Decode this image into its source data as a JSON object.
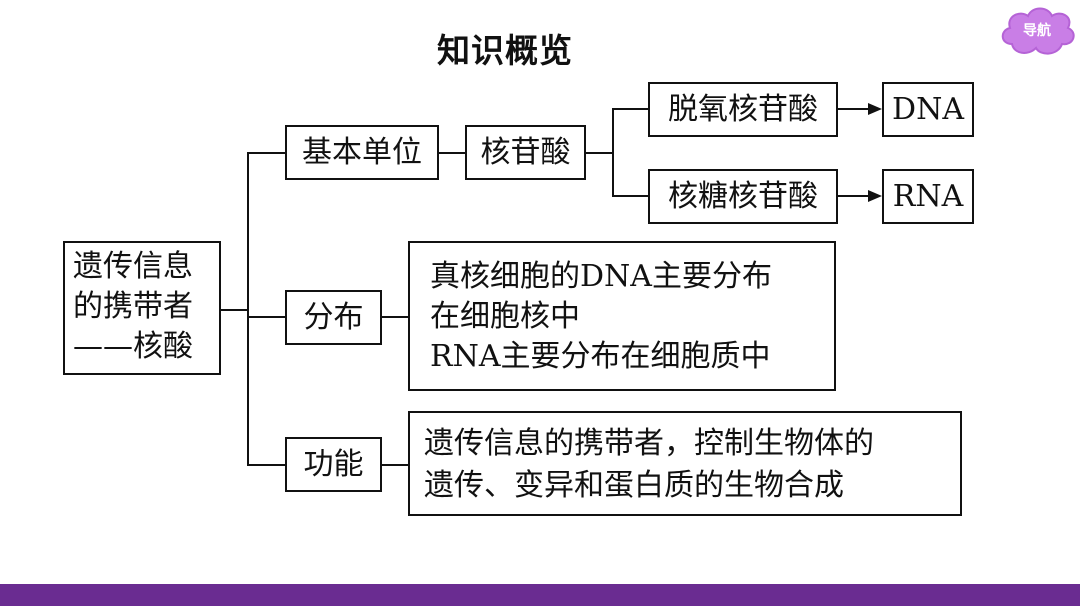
{
  "page": {
    "title": "知识概览",
    "nav_label": "导航",
    "nav_color": "#c97ee6",
    "bar_color": "#6a2c91"
  },
  "diagram": {
    "root": [
      "遗传信息",
      "的携带者",
      "——核酸"
    ],
    "basic_unit": "基本单位",
    "nucleotide": "核苷酸",
    "deoxy": "脱氧核苷酸",
    "dna": "DNA",
    "ribo": "核糖核苷酸",
    "rna": "RNA",
    "distribution": "分布",
    "distribution_text": [
      "真核细胞的DNA主要分布",
      "在细胞核中",
      "RNA主要分布在细胞质中"
    ],
    "function": "功能",
    "function_text": [
      "遗传信息的携带者，控制生物体的",
      "遗传、变异和蛋白质的生物合成"
    ]
  }
}
